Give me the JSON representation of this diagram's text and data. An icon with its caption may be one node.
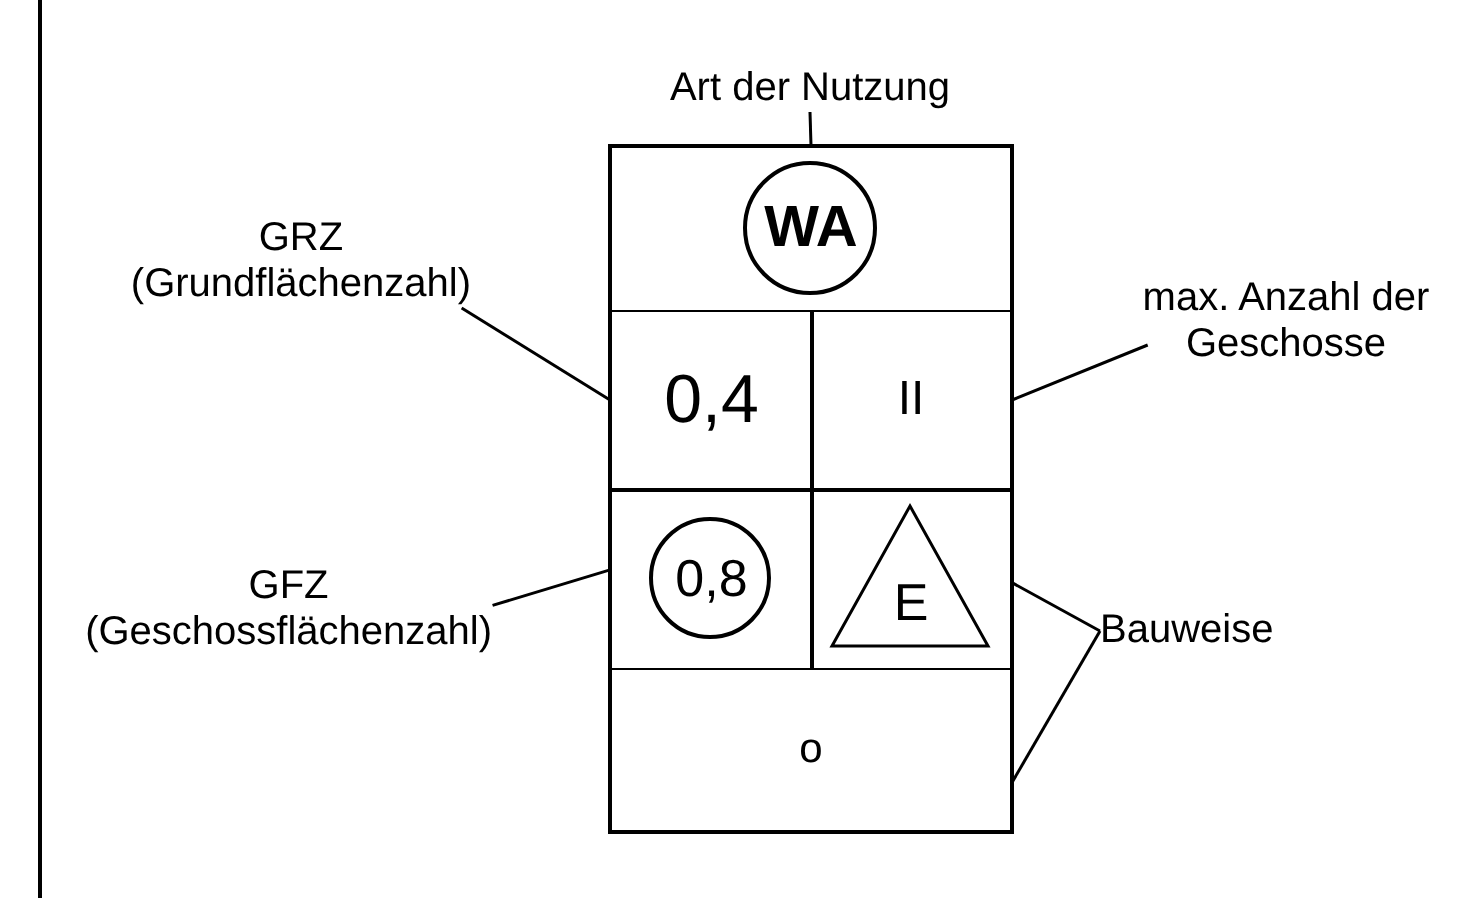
{
  "diagram": {
    "nodes": [
      {
        "text": [
          "Art der Nutzung"
        ]
      },
      {
        "text": [],
        "shape": "box"
      },
      {
        "text": [
          "WA"
        ],
        "in": 1
      },
      {
        "text": [
          "0,4"
        ],
        "in": 1
      },
      {
        "text": [
          "II"
        ],
        "in": 1
      },
      {
        "text": [
          "0,8"
        ],
        "in": 1
      },
      {
        "text": [
          "E"
        ],
        "in": 1
      },
      {
        "text": [
          "o"
        ],
        "in": 1
      },
      {
        "text": [
          "GRZ (Grundflächenzahl)"
        ]
      },
      {
        "text": [
          "max. Anzahl der Geschosse"
        ]
      },
      {
        "text": [
          "GFZ (Geschossflächenzahl)"
        ]
      },
      {
        "text": [
          "Bauweise"
        ]
      }
    ],
    "edges": [
      {
        "from": 0,
        "to": 2,
        "arrow": "none"
      },
      {
        "from": 8,
        "to": 3,
        "arrow": "none"
      },
      {
        "from": 9,
        "to": 4,
        "arrow": "none"
      },
      {
        "from": 10,
        "to": 5,
        "arrow": "none"
      },
      {
        "from": 11,
        "to": 6,
        "arrow": "none"
      },
      {
        "from": 11,
        "to": 7,
        "arrow": "none"
      }
    ]
  }
}
